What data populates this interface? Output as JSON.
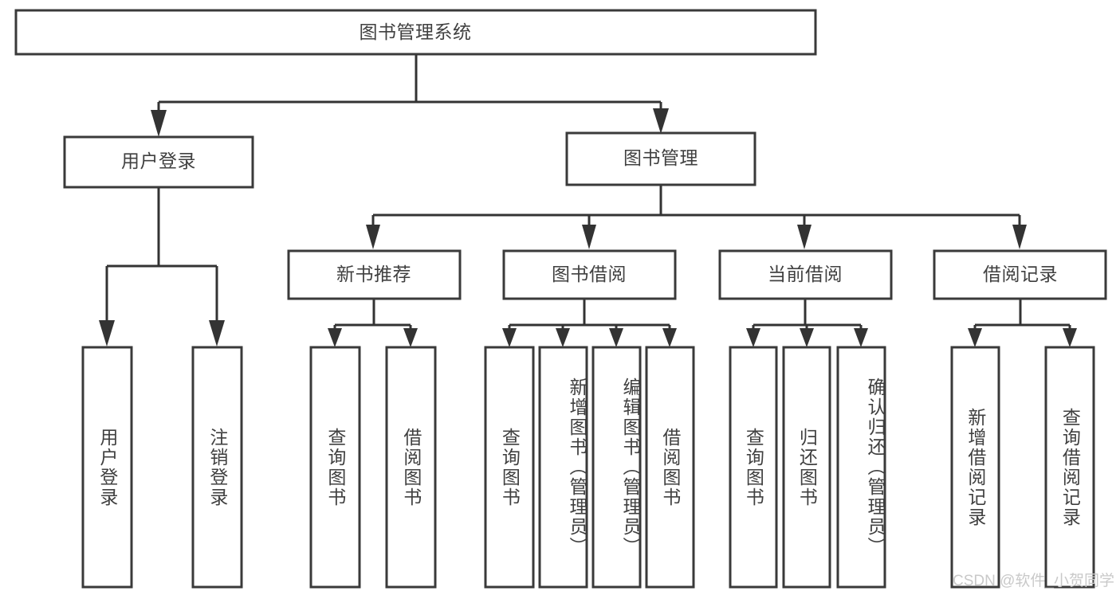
{
  "diagram": {
    "type": "hierarchy-tree",
    "title": "图书管理系统",
    "watermark": "CSDN @软件_小贺同学",
    "levels": 4,
    "root": {
      "label": "图书管理系统"
    },
    "level2": [
      {
        "label": "用户登录"
      },
      {
        "label": "图书管理"
      }
    ],
    "level3": [
      {
        "label": "新书推荐",
        "parent": "图书管理"
      },
      {
        "label": "图书借阅",
        "parent": "图书管理"
      },
      {
        "label": "当前借阅",
        "parent": "图书管理"
      },
      {
        "label": "借阅记录",
        "parent": "图书管理"
      }
    ],
    "leaves": {
      "user_login": [
        {
          "label": "用户登录"
        },
        {
          "label": "注销登录"
        }
      ],
      "new_book_recommend": [
        {
          "label": "查询图书"
        },
        {
          "label": "借阅图书"
        }
      ],
      "book_borrow": [
        {
          "label": "查询图书"
        },
        {
          "label": "新增图书（管理员）"
        },
        {
          "label": "编辑图书（管理员）"
        },
        {
          "label": "借阅图书"
        }
      ],
      "current_borrow": [
        {
          "label": "查询图书"
        },
        {
          "label": "归还图书"
        },
        {
          "label": "确认归还（管理员）"
        }
      ],
      "borrow_records": [
        {
          "label": "新增借阅记录"
        },
        {
          "label": "查询借阅记录"
        }
      ]
    },
    "colors": {
      "box_stroke": "#3a3a3a",
      "box_fill": "#ffffff",
      "connector": "#333333",
      "text": "#404040",
      "watermark": "#c9c9c9",
      "background": "#ffffff"
    }
  }
}
